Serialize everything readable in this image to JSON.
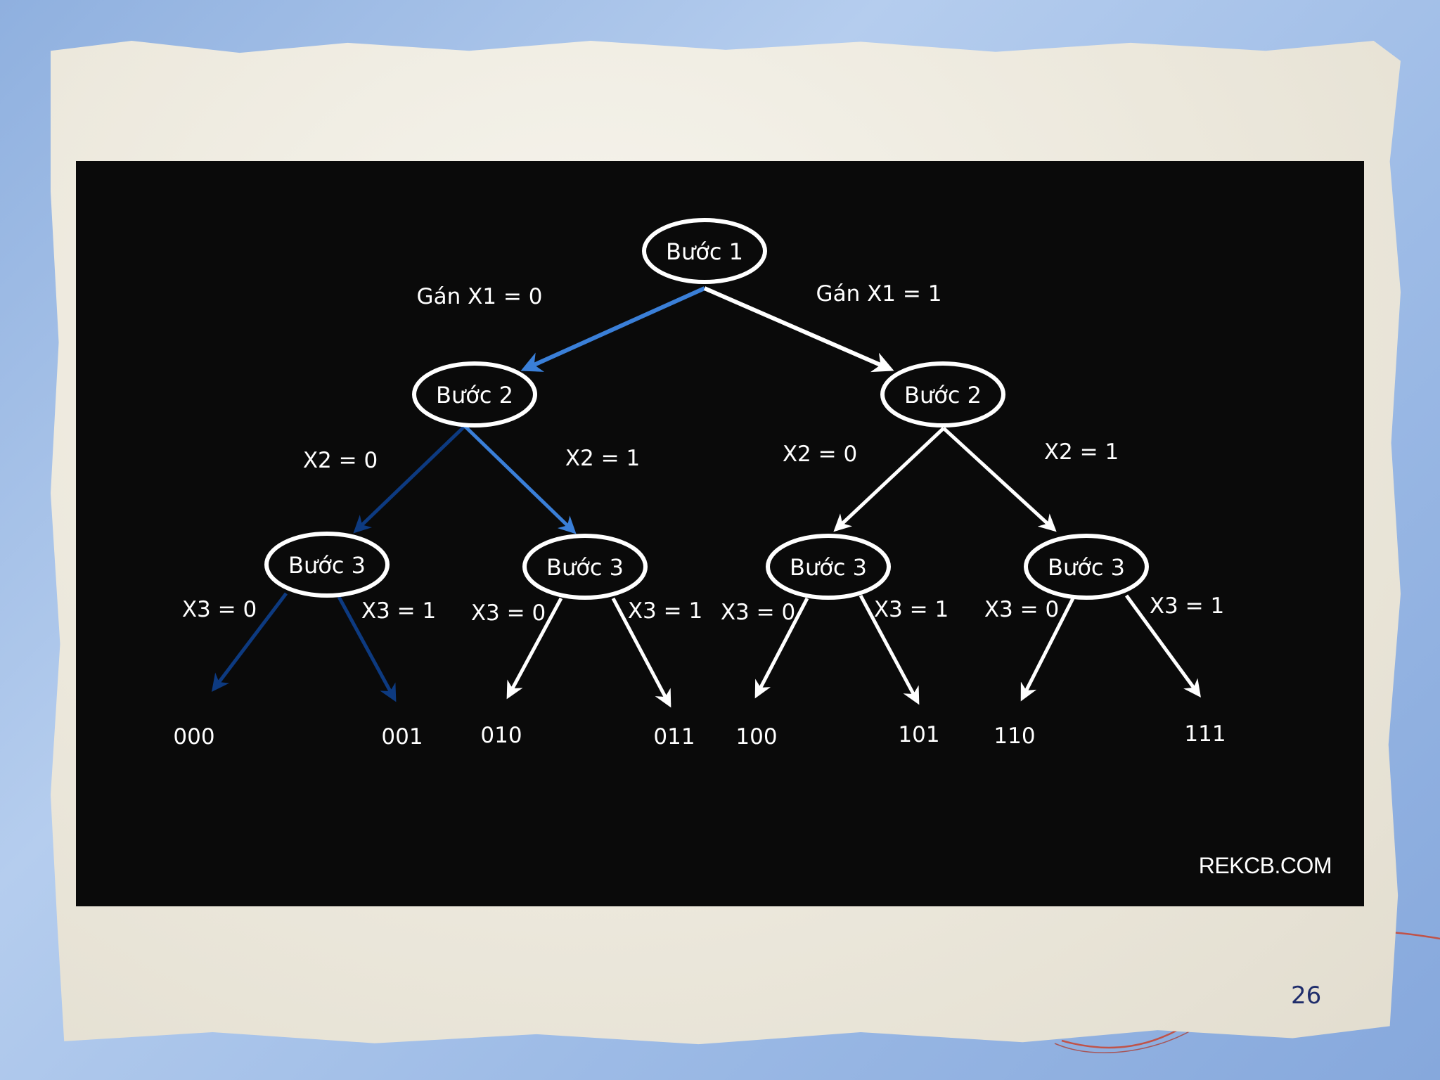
{
  "diagram": {
    "nodes": {
      "step1": "Bước 1",
      "step2_left": "Bước 2",
      "step2_right": "Bước 2",
      "step3_a": "Bước 3",
      "step3_b": "Bước 3",
      "step3_c": "Bước 3",
      "step3_d": "Bước 3"
    },
    "edge_labels": {
      "x1_0": "Gán X1 = 0",
      "x1_1": "Gán X1 = 1",
      "left_x2_0": "X2 = 0",
      "left_x2_1": "X2 = 1",
      "right_x2_0": "X2 = 0",
      "right_x2_1": "X2 = 1",
      "a_x3_0": "X3 = 0",
      "a_x3_1": "X3 = 1",
      "b_x3_0": "X3 = 0",
      "b_x3_1": "X3 = 1",
      "c_x3_0": "X3 = 0",
      "c_x3_1": "X3 = 1",
      "d_x3_0": "X3 = 0",
      "d_x3_1": "X3 = 1"
    },
    "leaves": [
      "000",
      "001",
      "010",
      "011",
      "100",
      "101",
      "110",
      "111"
    ],
    "watermark": "REKCB.COM",
    "colors": {
      "panel": "#0a0a0a",
      "node_stroke": "#ffffff",
      "highlight_bright": "#3a7fd8",
      "highlight_dark": "#0d3a80",
      "default_edge": "#ffffff"
    }
  },
  "slide": {
    "page_number": "26"
  }
}
